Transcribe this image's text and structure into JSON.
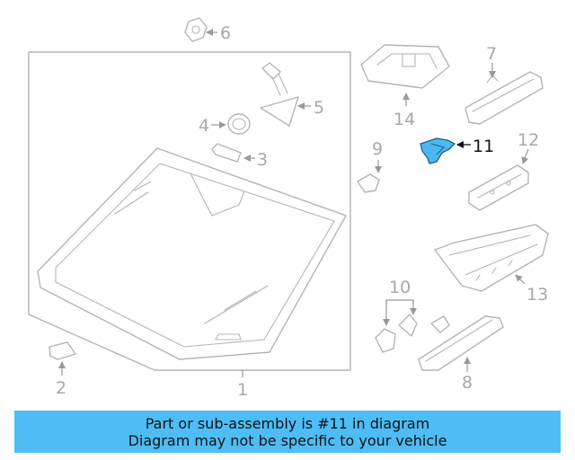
{
  "diagram": {
    "callouts": {
      "c1": "1",
      "c2": "2",
      "c3": "3",
      "c4": "4",
      "c5": "5",
      "c6": "6",
      "c7": "7",
      "c8": "8",
      "c9": "9",
      "c10": "10",
      "c11": "11",
      "c12": "12",
      "c13": "13",
      "c14": "14"
    },
    "highlighted_part": "11",
    "colors": {
      "highlight_fill": "#4db8f0",
      "banner": "#4ebdf6",
      "line_gray": "#b4b4b4"
    }
  },
  "banner": {
    "line1": "Part or sub-assembly is #11 in diagram",
    "line2": "Diagram may not be specific to your vehicle"
  }
}
